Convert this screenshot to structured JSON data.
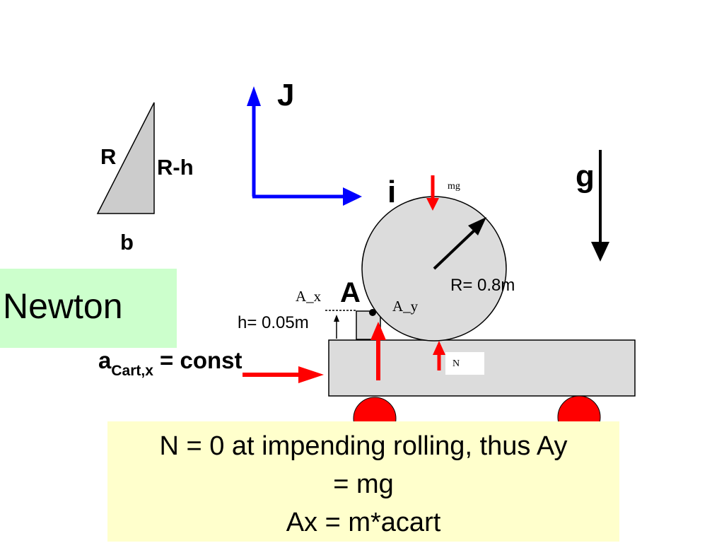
{
  "triangle": {
    "hypotenuse_label": "R",
    "side_label": "R-h",
    "base_label": "b"
  },
  "axes": {
    "vertical_label": "J",
    "horizontal_label": "i"
  },
  "gravity_label": "g",
  "mg_label": "mg",
  "wheel": {
    "radius_label": "R= 0.8m",
    "point_label": "A"
  },
  "reactions": {
    "ax_label": "A_x",
    "ay_label": "A_y",
    "normal_label": "N"
  },
  "step_height_label": "h= 0.05m",
  "accel": {
    "symbol": "a",
    "subscript": "Cart,x",
    "rest": " = const"
  },
  "newton_label": "Newton",
  "result": {
    "line1": "N = 0 at impending rolling, thus  Ay",
    "line2": "= mg",
    "line3": "Ax = m*acart"
  },
  "colors": {
    "axes": "#0000ff",
    "force_arrows": "#ff0000",
    "wheels": "#ff0000",
    "shape_fill": "#dcdcdc",
    "newton_bg": "#ccffcc",
    "result_bg": "#ffffcc"
  }
}
